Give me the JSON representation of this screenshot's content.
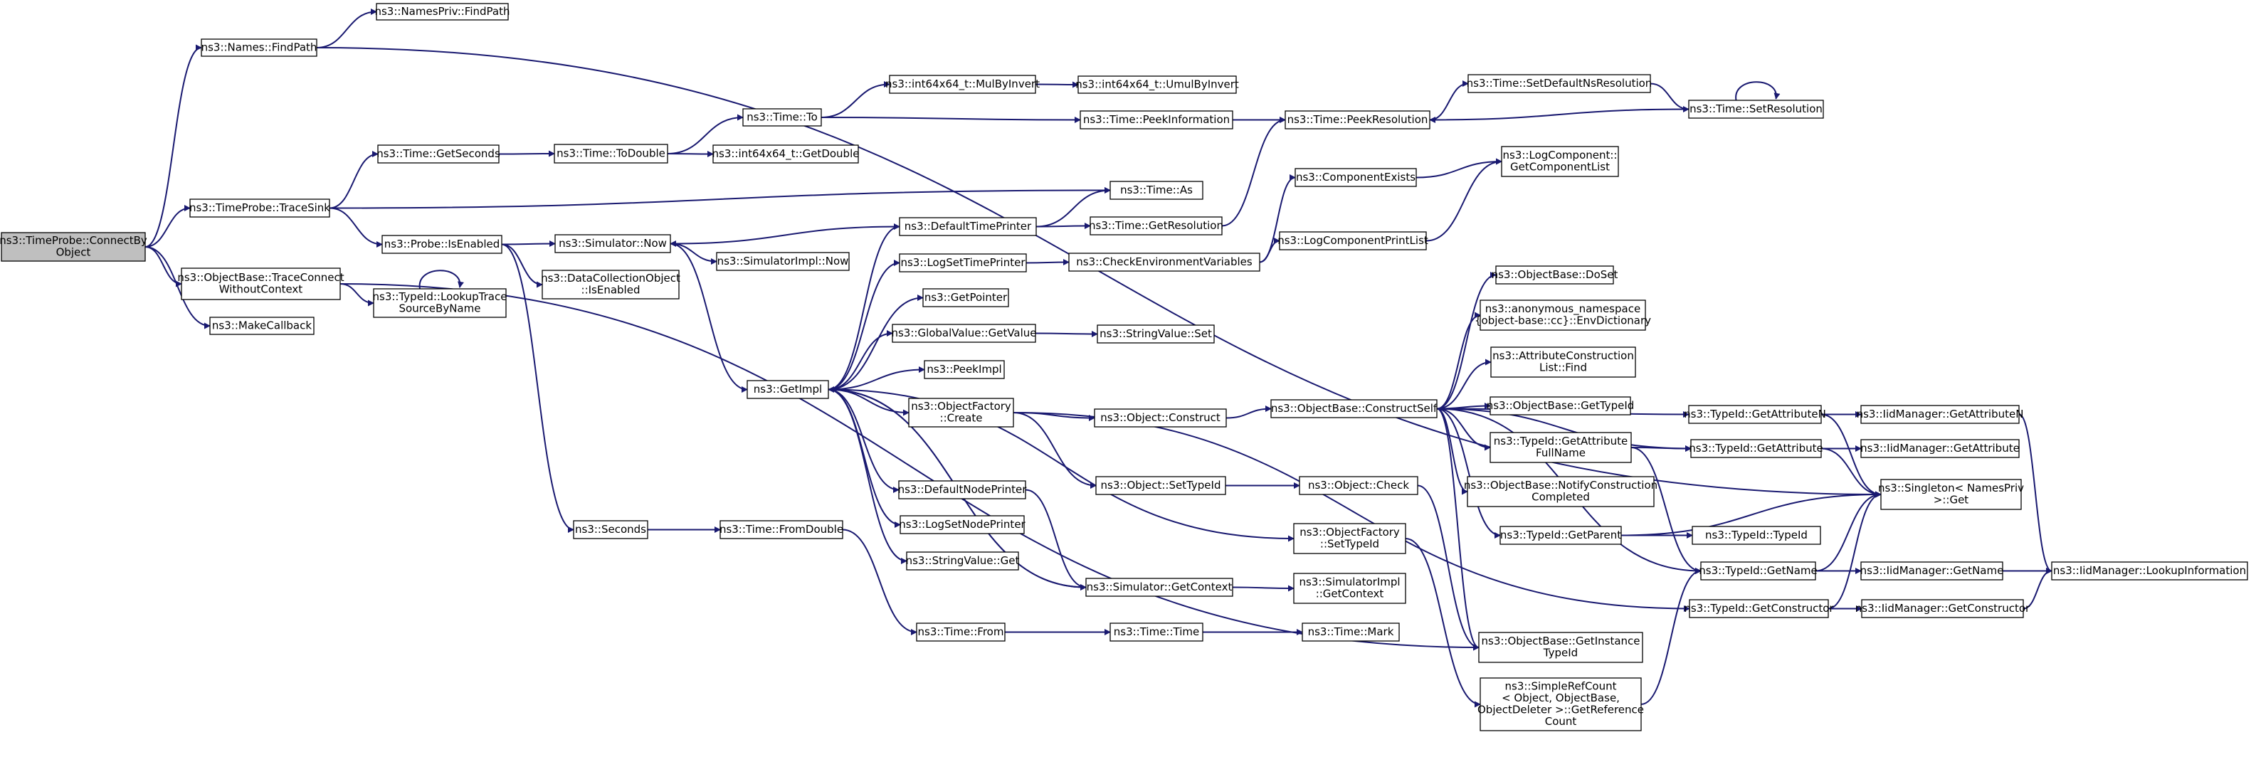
{
  "diagram": {
    "colors": {
      "edge": "#191970",
      "node_border": "#000000",
      "highlight_fill": "#bfbfbf",
      "highlight_border": "#404040",
      "truncated_border": "#ff0000",
      "node_fill": "#ffffff"
    },
    "nodes": [
      {
        "id": "root",
        "lines": [
          "ns3::TimeProbe::ConnectBy",
          "Object"
        ],
        "style": "highlight"
      },
      {
        "id": "names_findpath",
        "lines": [
          "ns3::Names::FindPath"
        ]
      },
      {
        "id": "namespriv_findpath",
        "lines": [
          "ns3::NamesPriv::FindPath"
        ]
      },
      {
        "id": "traceconnect",
        "lines": [
          "ns3::ObjectBase::TraceConnect",
          "WithoutContext"
        ]
      },
      {
        "id": "makecallback",
        "lines": [
          "ns3::MakeCallback"
        ]
      },
      {
        "id": "traceprobe_tracesink",
        "lines": [
          "ns3::TimeProbe::TraceSink"
        ]
      },
      {
        "id": "time_getseconds",
        "lines": [
          "ns3::Time::GetSeconds"
        ]
      },
      {
        "id": "probe_isenabled",
        "lines": [
          "ns3::Probe::IsEnabled"
        ]
      },
      {
        "id": "time_todouble",
        "lines": [
          "ns3::Time::ToDouble"
        ]
      },
      {
        "id": "time_to",
        "lines": [
          "ns3::Time::To"
        ]
      },
      {
        "id": "int64_getdouble",
        "lines": [
          "ns3::int64x64_t::GetDouble"
        ]
      },
      {
        "id": "int64_mulbyinvert",
        "lines": [
          "ns3::int64x64_t::MulByInvert"
        ]
      },
      {
        "id": "int64_umulbyinvert",
        "lines": [
          "ns3::int64x64_t::UmulByInvert"
        ]
      },
      {
        "id": "time_peekinformation",
        "lines": [
          "ns3::Time::PeekInformation"
        ]
      },
      {
        "id": "time_peekresolution",
        "lines": [
          "ns3::Time::PeekResolution"
        ]
      },
      {
        "id": "time_setdefaultnsresolution",
        "lines": [
          "ns3::Time::SetDefaultNsResolution"
        ]
      },
      {
        "id": "time_setresolution",
        "lines": [
          "ns3::Time::SetResolution"
        ]
      },
      {
        "id": "time_as",
        "lines": [
          "ns3::Time::As"
        ]
      },
      {
        "id": "time_getresolution",
        "lines": [
          "ns3::Time::GetResolution"
        ]
      },
      {
        "id": "defaulttimeprinter",
        "lines": [
          "ns3::DefaultTimePrinter"
        ]
      },
      {
        "id": "simulator_now",
        "lines": [
          "ns3::Simulator::Now"
        ]
      },
      {
        "id": "simulatorimpl_now",
        "lines": [
          "ns3::SimulatorImpl::Now"
        ]
      },
      {
        "id": "datacollection_isenabled",
        "lines": [
          "ns3::DataCollectionObject",
          "::IsEnabled"
        ]
      },
      {
        "id": "lookuptracesource",
        "lines": [
          "ns3::TypeId::LookupTrace",
          "SourceByName"
        ]
      },
      {
        "id": "componentexists",
        "lines": [
          "ns3::ComponentExists"
        ]
      },
      {
        "id": "getcomponentlist",
        "lines": [
          "ns3::LogComponent::",
          "GetComponentList"
        ]
      },
      {
        "id": "logsettimeprinter",
        "lines": [
          "ns3::LogSetTimePrinter"
        ]
      },
      {
        "id": "checkenvvars",
        "lines": [
          "ns3::CheckEnvironmentVariables"
        ]
      },
      {
        "id": "logcomponentprintlist",
        "lines": [
          "ns3::LogComponentPrintList"
        ]
      },
      {
        "id": "getpointer",
        "lines": [
          "ns3::GetPointer"
        ]
      },
      {
        "id": "globalvalue_getvalue",
        "lines": [
          "ns3::GlobalValue::GetValue"
        ]
      },
      {
        "id": "stringvalue_set",
        "lines": [
          "ns3::StringValue::Set"
        ]
      },
      {
        "id": "peekimpl",
        "lines": [
          "ns3::PeekImpl"
        ]
      },
      {
        "id": "getimpl",
        "lines": [
          "ns3::GetImpl"
        ]
      },
      {
        "id": "objectfactory_create",
        "lines": [
          "ns3::ObjectFactory",
          "::Create"
        ]
      },
      {
        "id": "object_construct",
        "lines": [
          "ns3::Object::Construct"
        ]
      },
      {
        "id": "objectbase_constructself",
        "lines": [
          "ns3::ObjectBase::ConstructSelf"
        ]
      },
      {
        "id": "objectbase_doset",
        "lines": [
          "ns3::ObjectBase::DoSet"
        ]
      },
      {
        "id": "envdictionary",
        "lines": [
          "ns3::anonymous_namespace",
          "{object-base::cc}::EnvDictionary"
        ]
      },
      {
        "id": "attrconstructionlist_find",
        "lines": [
          "ns3::AttributeConstruction",
          "List::Find"
        ]
      },
      {
        "id": "objectbase_gettypeid",
        "lines": [
          "ns3::ObjectBase::GetTypeId"
        ],
        "style": "truncated"
      },
      {
        "id": "typeid_getattributefullname",
        "lines": [
          "ns3::TypeId::GetAttribute",
          "FullName"
        ]
      },
      {
        "id": "objectbase_notifyconstruction",
        "lines": [
          "ns3::ObjectBase::NotifyConstruction",
          "Completed"
        ]
      },
      {
        "id": "typeid_getparent",
        "lines": [
          "ns3::TypeId::GetParent"
        ],
        "style": "truncated"
      },
      {
        "id": "typeid_getattributen",
        "lines": [
          "ns3::TypeId::GetAttributeN"
        ]
      },
      {
        "id": "iidmanager_getattributen",
        "lines": [
          "ns3::IidManager::GetAttributeN"
        ]
      },
      {
        "id": "typeid_getattribute",
        "lines": [
          "ns3::TypeId::GetAttribute"
        ]
      },
      {
        "id": "iidmanager_getattribute",
        "lines": [
          "ns3::IidManager::GetAttribute"
        ]
      },
      {
        "id": "singleton_get",
        "lines": [
          "ns3::Singleton< NamesPriv",
          ">::Get"
        ]
      },
      {
        "id": "typeid_typeid",
        "lines": [
          "ns3::TypeId::TypeId"
        ]
      },
      {
        "id": "typeid_getname",
        "lines": [
          "ns3::TypeId::GetName"
        ]
      },
      {
        "id": "iidmanager_getname",
        "lines": [
          "ns3::IidManager::GetName"
        ]
      },
      {
        "id": "iidmanager_lookupinformation",
        "lines": [
          "ns3::IidManager::LookupInformation"
        ]
      },
      {
        "id": "typeid_getconstructor",
        "lines": [
          "ns3::TypeId::GetConstructor"
        ]
      },
      {
        "id": "iidmanager_getconstructor",
        "lines": [
          "ns3::IidManager::GetConstructor"
        ]
      },
      {
        "id": "object_settypeid",
        "lines": [
          "ns3::Object::SetTypeId"
        ]
      },
      {
        "id": "object_check",
        "lines": [
          "ns3::Object::Check"
        ]
      },
      {
        "id": "defaultnodeprinter",
        "lines": [
          "ns3::DefaultNodePrinter"
        ]
      },
      {
        "id": "logsetnodeprinter",
        "lines": [
          "ns3::LogSetNodePrinter"
        ]
      },
      {
        "id": "stringvalue_get",
        "lines": [
          "ns3::StringValue::Get"
        ]
      },
      {
        "id": "objectfactory_settypeid",
        "lines": [
          "ns3::ObjectFactory",
          "::SetTypeId"
        ]
      },
      {
        "id": "simulator_getcontext",
        "lines": [
          "ns3::Simulator::GetContext"
        ]
      },
      {
        "id": "simulatorimpl_getcontext",
        "lines": [
          "ns3::SimulatorImpl",
          "::GetContext"
        ]
      },
      {
        "id": "seconds",
        "lines": [
          "ns3::Seconds"
        ]
      },
      {
        "id": "time_fromdouble",
        "lines": [
          "ns3::Time::FromDouble"
        ]
      },
      {
        "id": "time_from",
        "lines": [
          "ns3::Time::From"
        ]
      },
      {
        "id": "time_time",
        "lines": [
          "ns3::Time::Time"
        ]
      },
      {
        "id": "time_mark",
        "lines": [
          "ns3::Time::Mark"
        ]
      },
      {
        "id": "objectbase_getinstancetypeid",
        "lines": [
          "ns3::ObjectBase::GetInstance",
          "TypeId"
        ]
      },
      {
        "id": "simplerefcount_getreferencecount",
        "lines": [
          "ns3::SimpleRefCount",
          "< Object, ObjectBase,",
          "ObjectDeleter >::GetReference",
          "Count"
        ]
      }
    ],
    "edges": [
      [
        "root",
        "names_findpath"
      ],
      [
        "root",
        "traceprobe_tracesink"
      ],
      [
        "root",
        "traceconnect"
      ],
      [
        "root",
        "makecallback"
      ],
      [
        "names_findpath",
        "namespriv_findpath"
      ],
      [
        "names_findpath",
        "singleton_get"
      ],
      [
        "traceconnect",
        "lookuptracesource"
      ],
      [
        "traceconnect",
        "objectbase_getinstancetypeid"
      ],
      [
        "lookuptracesource",
        "lookuptracesource"
      ],
      [
        "traceprobe_tracesink",
        "time_getseconds"
      ],
      [
        "traceprobe_tracesink",
        "time_as"
      ],
      [
        "traceprobe_tracesink",
        "probe_isenabled"
      ],
      [
        "time_getseconds",
        "time_todouble"
      ],
      [
        "time_todouble",
        "time_to"
      ],
      [
        "time_todouble",
        "int64_getdouble"
      ],
      [
        "time_to",
        "int64_mulbyinvert"
      ],
      [
        "time_to",
        "time_peekinformation"
      ],
      [
        "int64_mulbyinvert",
        "int64_umulbyinvert"
      ],
      [
        "time_peekinformation",
        "time_peekresolution"
      ],
      [
        "time_peekresolution",
        "time_setdefaultnsresolution"
      ],
      [
        "time_setdefaultnsresolution",
        "time_setresolution"
      ],
      [
        "time_setresolution",
        "time_peekresolution"
      ],
      [
        "time_setresolution",
        "time_setresolution"
      ],
      [
        "probe_isenabled",
        "simulator_now"
      ],
      [
        "probe_isenabled",
        "datacollection_isenabled"
      ],
      [
        "probe_isenabled",
        "seconds"
      ],
      [
        "simulator_now",
        "simulatorimpl_now"
      ],
      [
        "simulator_now",
        "getimpl"
      ],
      [
        "defaulttimeprinter",
        "time_as"
      ],
      [
        "defaulttimeprinter",
        "time_getresolution"
      ],
      [
        "defaulttimeprinter",
        "simulator_now"
      ],
      [
        "time_getresolution",
        "time_peekresolution"
      ],
      [
        "getimpl",
        "defaulttimeprinter"
      ],
      [
        "getimpl",
        "logsettimeprinter"
      ],
      [
        "getimpl",
        "getpointer"
      ],
      [
        "getimpl",
        "globalvalue_getvalue"
      ],
      [
        "getimpl",
        "peekimpl"
      ],
      [
        "getimpl",
        "objectfactory_create"
      ],
      [
        "getimpl",
        "defaultnodeprinter"
      ],
      [
        "getimpl",
        "logsetnodeprinter"
      ],
      [
        "getimpl",
        "stringvalue_get"
      ],
      [
        "getimpl",
        "objectfactory_settypeid"
      ],
      [
        "getimpl",
        "simulator_getcontext"
      ],
      [
        "logsettimeprinter",
        "checkenvvars"
      ],
      [
        "checkenvvars",
        "componentexists"
      ],
      [
        "checkenvvars",
        "logcomponentprintlist"
      ],
      [
        "componentexists",
        "getcomponentlist"
      ],
      [
        "logcomponentprintlist",
        "getcomponentlist"
      ],
      [
        "globalvalue_getvalue",
        "stringvalue_set"
      ],
      [
        "objectfactory_create",
        "object_construct"
      ],
      [
        "objectfactory_create",
        "object_settypeid"
      ],
      [
        "objectfactory_create",
        "typeid_getconstructor"
      ],
      [
        "object_construct",
        "objectbase_constructself"
      ],
      [
        "objectbase_constructself",
        "objectbase_doset"
      ],
      [
        "objectbase_constructself",
        "envdictionary"
      ],
      [
        "objectbase_constructself",
        "attrconstructionlist_find"
      ],
      [
        "objectbase_constructself",
        "objectbase_gettypeid"
      ],
      [
        "objectbase_constructself",
        "typeid_getattributefullname"
      ],
      [
        "objectbase_constructself",
        "objectbase_notifyconstruction"
      ],
      [
        "objectbase_constructself",
        "typeid_getparent"
      ],
      [
        "objectbase_constructself",
        "typeid_getattributen"
      ],
      [
        "objectbase_constructself",
        "typeid_getattribute"
      ],
      [
        "objectbase_constructself",
        "typeid_getname"
      ],
      [
        "objectbase_constructself",
        "objectbase_getinstancetypeid"
      ],
      [
        "typeid_getattributefullname",
        "typeid_getattribute"
      ],
      [
        "typeid_getattributefullname",
        "typeid_getname"
      ],
      [
        "typeid_getparent",
        "typeid_typeid"
      ],
      [
        "typeid_getparent",
        "singleton_get"
      ],
      [
        "typeid_getattributen",
        "iidmanager_getattributen"
      ],
      [
        "typeid_getattributen",
        "singleton_get"
      ],
      [
        "typeid_getattribute",
        "iidmanager_getattribute"
      ],
      [
        "typeid_getattribute",
        "singleton_get"
      ],
      [
        "iidmanager_getattributen",
        "iidmanager_lookupinformation"
      ],
      [
        "typeid_getname",
        "iidmanager_getname"
      ],
      [
        "typeid_getname",
        "singleton_get"
      ],
      [
        "iidmanager_getname",
        "iidmanager_lookupinformation"
      ],
      [
        "typeid_getconstructor",
        "iidmanager_getconstructor"
      ],
      [
        "typeid_getconstructor",
        "singleton_get"
      ],
      [
        "iidmanager_getconstructor",
        "iidmanager_lookupinformation"
      ],
      [
        "object_settypeid",
        "object_check"
      ],
      [
        "object_check",
        "objectbase_getinstancetypeid"
      ],
      [
        "objectfactory_settypeid",
        "simplerefcount_getreferencecount"
      ],
      [
        "defaultnodeprinter",
        "simulator_getcontext"
      ],
      [
        "simulator_getcontext",
        "simulatorimpl_getcontext"
      ],
      [
        "simulator_getcontext",
        "getimpl"
      ],
      [
        "seconds",
        "time_fromdouble"
      ],
      [
        "time_fromdouble",
        "time_from"
      ],
      [
        "time_from",
        "time_time"
      ],
      [
        "time_time",
        "time_mark"
      ],
      [
        "simplerefcount_getreferencecount",
        "typeid_getname"
      ]
    ]
  }
}
